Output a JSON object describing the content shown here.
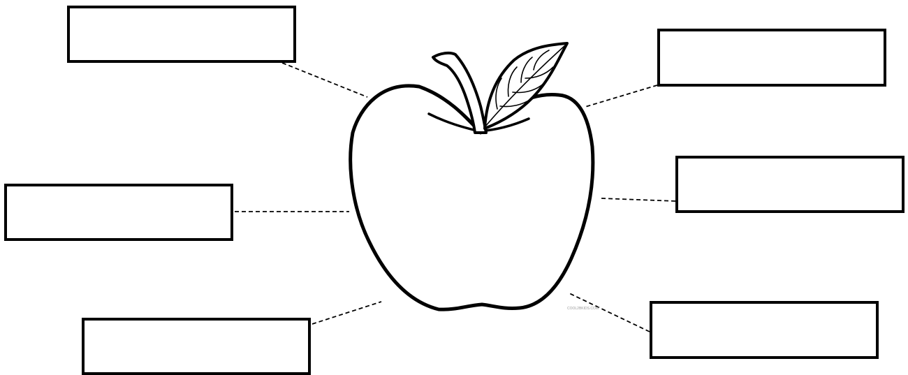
{
  "diagram": {
    "subject_icon": "apple-icon",
    "label_boxes": [
      {
        "id": "top-left",
        "text": ""
      },
      {
        "id": "mid-left",
        "text": ""
      },
      {
        "id": "bottom-left",
        "text": ""
      },
      {
        "id": "top-right",
        "text": ""
      },
      {
        "id": "mid-right",
        "text": ""
      },
      {
        "id": "bottom-right",
        "text": ""
      }
    ],
    "watermark": "COOL2BKIDS.COM",
    "line_color": "#000000",
    "background_color": "#ffffff"
  }
}
